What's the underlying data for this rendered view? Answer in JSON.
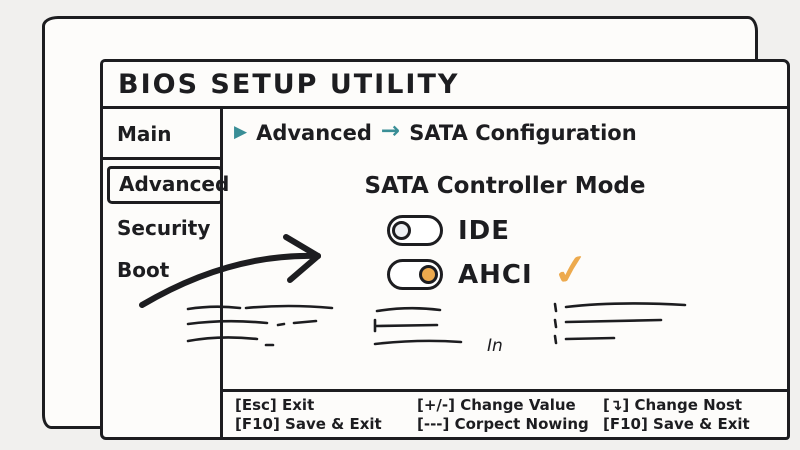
{
  "colors": {
    "ink": "#1d1d20",
    "teal": "#3a8e96",
    "orange": "#edaa4e",
    "knob_off": "#eef0f3",
    "card_bg": "#fdfcfa",
    "page_bg": "#f1f0ee"
  },
  "window": {
    "title": "BIOS SETUP UTILITY"
  },
  "sidebar": {
    "items": [
      {
        "label": "Main",
        "selected": false
      },
      {
        "label": "Advanced",
        "selected": true
      },
      {
        "label": "Security",
        "selected": false
      },
      {
        "label": "Boot",
        "selected": false
      }
    ]
  },
  "breadcrumb": {
    "pointer_icon": "▶",
    "section": "Advanced",
    "arrow_icon": "→",
    "page": "SATA Configuration"
  },
  "content": {
    "heading": "SATA Controller Mode",
    "options": [
      {
        "label": "IDE",
        "state": "off",
        "checked": false
      },
      {
        "label": "AHCI",
        "state": "on",
        "checked": true
      }
    ],
    "check_icon": "✓",
    "stray_note": "In"
  },
  "hotkeys": {
    "col1": {
      "line1": "[Esc] Exit",
      "line2": "[F10] Save & Exit"
    },
    "col2": {
      "line1": "[+/-] Change Value",
      "line2": "[---] Corpect Nowing"
    },
    "col3": {
      "line1": "[↴] Change Nost",
      "line2": "[F10] Save & Exit"
    }
  }
}
